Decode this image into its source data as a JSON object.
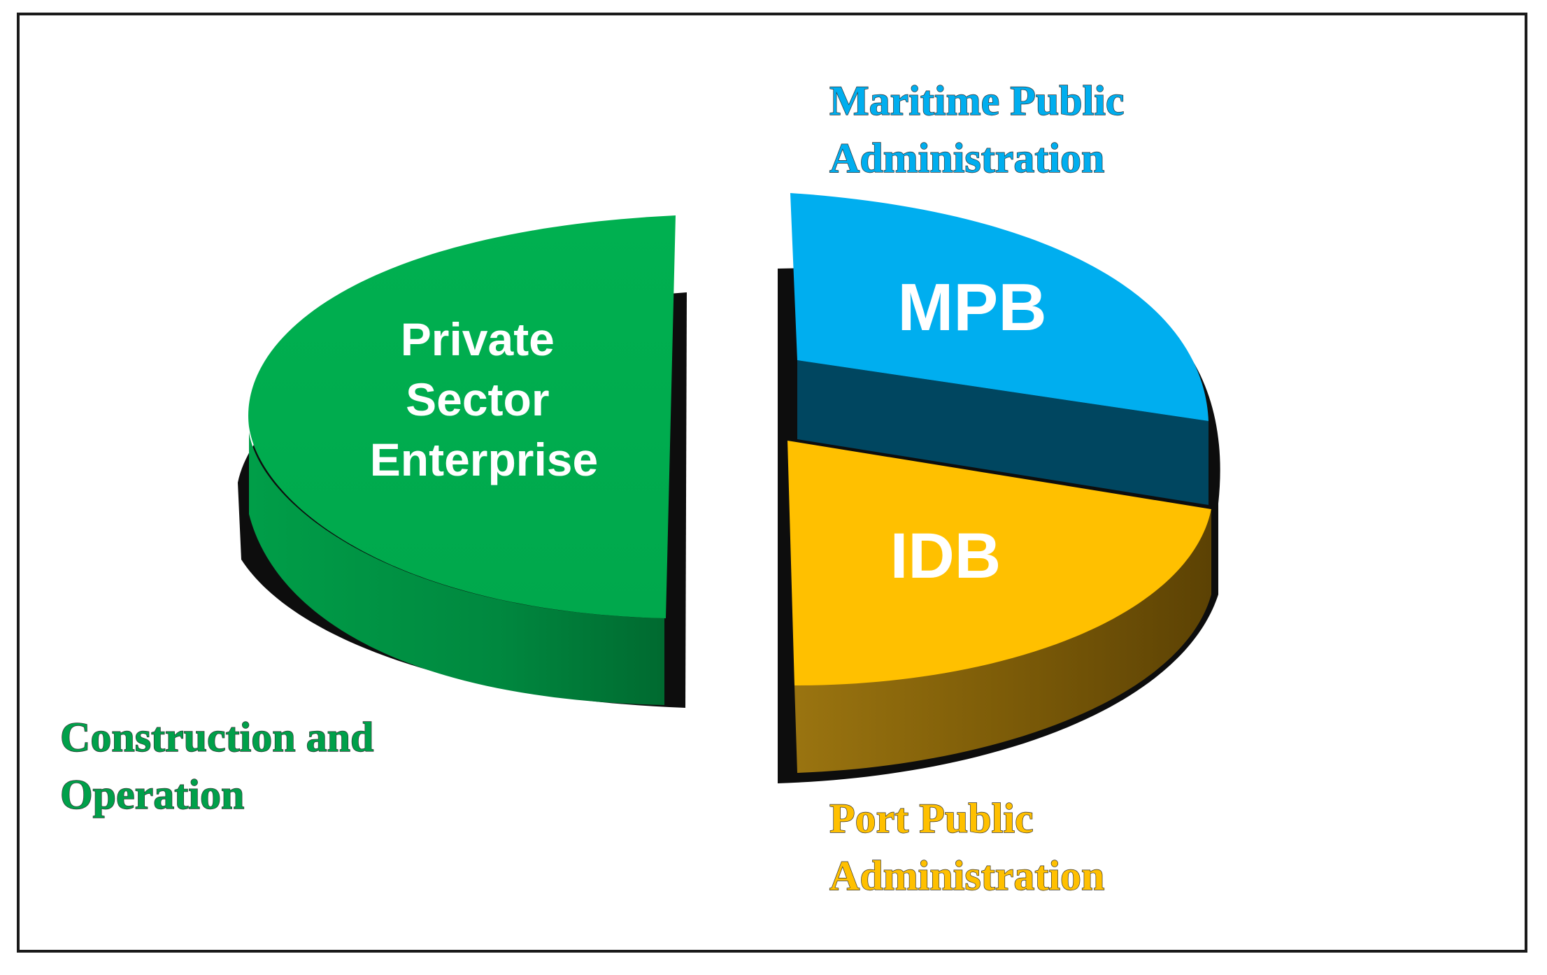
{
  "colors": {
    "green": "#00aa4f",
    "green_dark": "#006a34",
    "blue": "#00aeef",
    "blue_dark": "#004660",
    "yellow": "#ffc000",
    "yellow_dark": "#6a4f05",
    "shadow": "#0d0d0d",
    "frame": "#1a1a1a"
  },
  "segments": [
    {
      "id": "private-sector",
      "label_lines": [
        "Private",
        "Sector",
        "Enterprise"
      ],
      "caption_lines": [
        "Construction and",
        "Operation"
      ],
      "color": "#00aa4f"
    },
    {
      "id": "mpb",
      "label_lines": [
        "MPB"
      ],
      "caption_lines": [
        "Maritime Public",
        "Administration"
      ],
      "color": "#00aeef"
    },
    {
      "id": "idb",
      "label_lines": [
        "IDB"
      ],
      "caption_lines": [
        "Port Public",
        "Administration"
      ],
      "color": "#ffc000"
    }
  ]
}
